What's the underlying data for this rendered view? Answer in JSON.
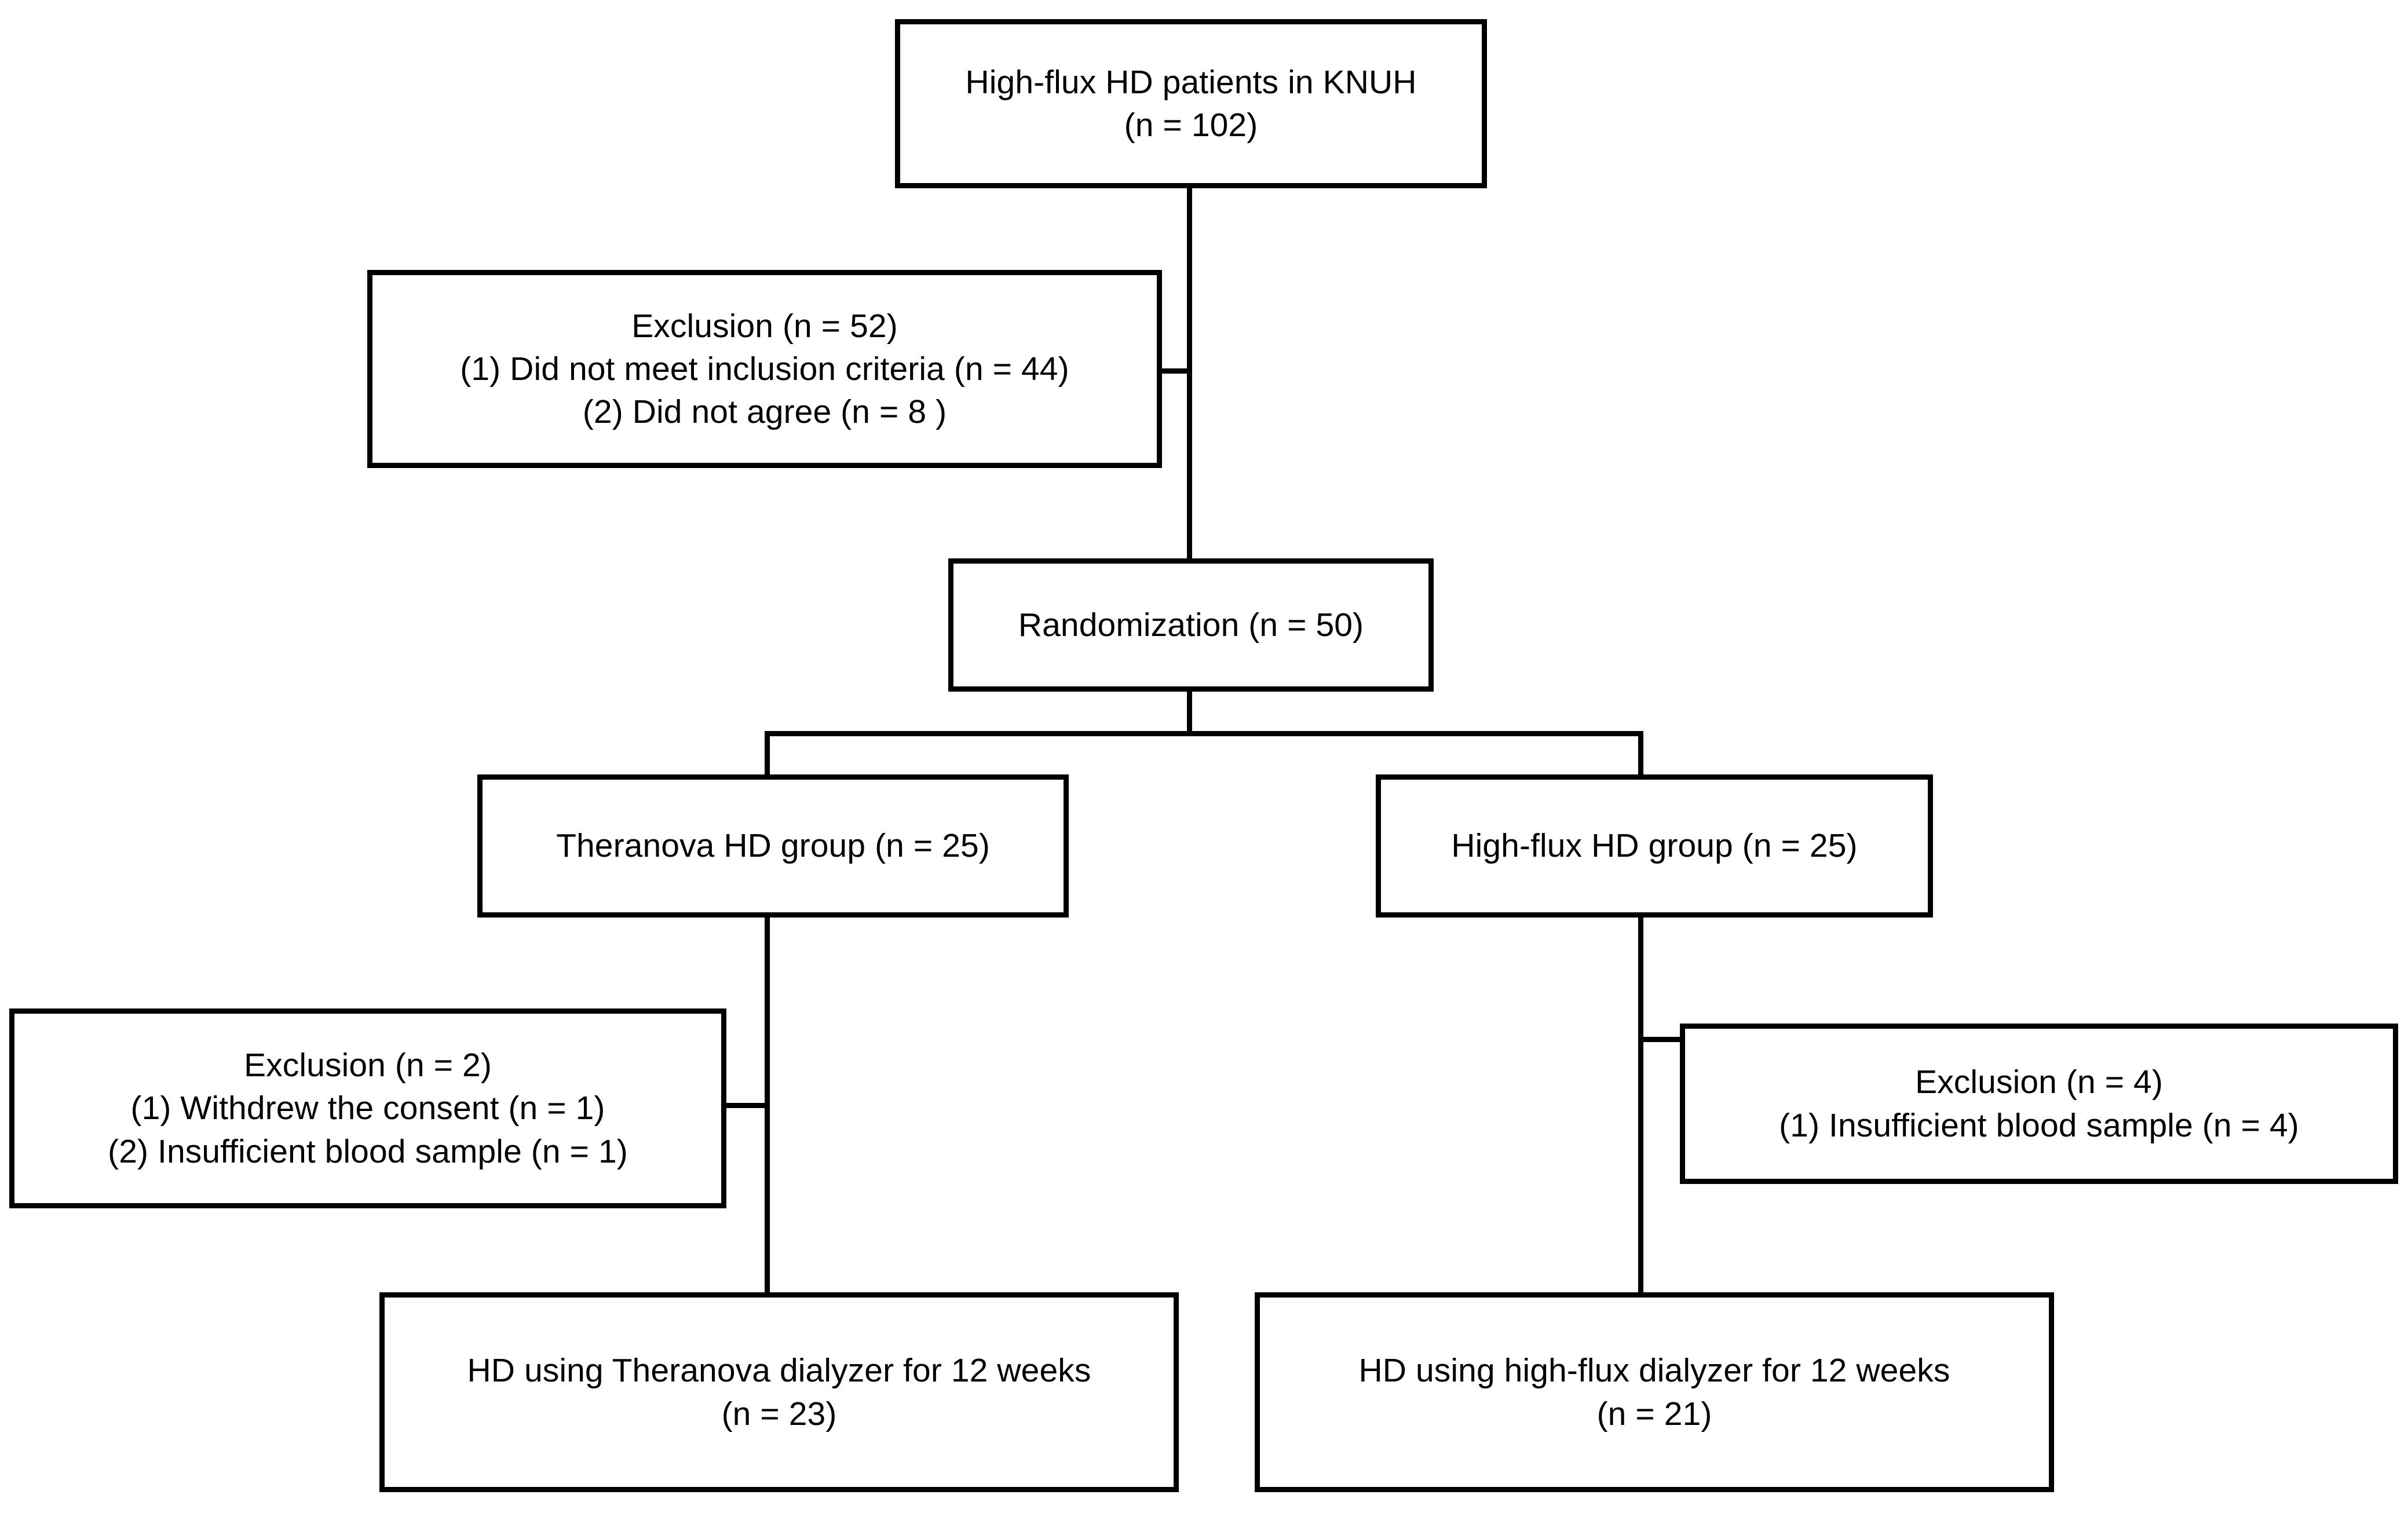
{
  "diagram": {
    "type": "CONSORT-style participant flow diagram",
    "nodes": {
      "enrollment": {
        "id": "high-flux-hd-patients-knuh",
        "lines": [
          "High-flux HD patients in KNUH",
          "(n = 102)"
        ],
        "n": 102
      },
      "exclusion_screening": {
        "id": "exclusion-screening",
        "lines": [
          "Exclusion (n = 52)",
          "(1) Did not meet inclusion criteria (n = 44)",
          "(2) Did not agree (n = 8 )"
        ],
        "n": 52,
        "reasons": [
          {
            "label": "Did not meet inclusion criteria",
            "n": 44
          },
          {
            "label": "Did not agree",
            "n": 8
          }
        ]
      },
      "randomization": {
        "id": "randomization",
        "lines": [
          "Randomization (n = 50)"
        ],
        "n": 50
      },
      "group_theranova": {
        "id": "theranova-hd-group",
        "lines": [
          "Theranova HD group (n = 25)"
        ],
        "n": 25
      },
      "group_highflux": {
        "id": "high-flux-hd-group",
        "lines": [
          "High-flux HD group (n = 25)"
        ],
        "n": 25
      },
      "exclusion_theranova": {
        "id": "exclusion-theranova",
        "lines": [
          "Exclusion (n = 2)",
          "(1) Withdrew the consent (n = 1)",
          "(2) Insufficient blood sample (n = 1)"
        ],
        "n": 2,
        "reasons": [
          {
            "label": "Withdrew the consent",
            "n": 1
          },
          {
            "label": "Insufficient blood sample",
            "n": 1
          }
        ]
      },
      "exclusion_highflux": {
        "id": "exclusion-highflux",
        "lines": [
          "Exclusion (n = 4)",
          "(1) Insufficient blood sample (n = 4)"
        ],
        "n": 4,
        "reasons": [
          {
            "label": "Insufficient blood sample",
            "n": 4
          }
        ]
      },
      "outcome_theranova": {
        "id": "hd-theranova-dialyzer-12-weeks",
        "lines": [
          "HD using Theranova dialyzer for 12 weeks",
          "(n = 23)"
        ],
        "n": 23
      },
      "outcome_highflux": {
        "id": "hd-high-flux-dialyzer-12-weeks",
        "lines": [
          "HD using high-flux dialyzer for 12 weeks",
          "(n = 21)"
        ],
        "n": 21
      }
    },
    "colors": {
      "stroke": "#000000",
      "fill": "#ffffff",
      "text": "#000000"
    }
  }
}
